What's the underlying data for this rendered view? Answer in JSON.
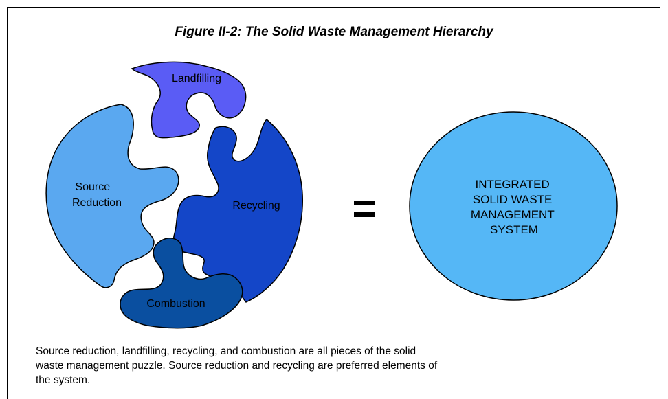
{
  "figure": {
    "title": "Figure II-2:  The Solid Waste Management Hierarchy",
    "pieces": {
      "landfilling": {
        "label": "Landfilling",
        "color": "#5A5CF5"
      },
      "source_reduction": {
        "label_lines": [
          "Source",
          "Reduction"
        ],
        "color": "#5AA8F0"
      },
      "recycling": {
        "label": "Recycling",
        "color": "#1446C8"
      },
      "combustion": {
        "label": "Combustion",
        "color": "#0A4FA0"
      }
    },
    "equals_sign": "=",
    "system": {
      "label_lines": [
        "INTEGRATED",
        "SOLID WASTE",
        "MANAGEMENT",
        "SYSTEM"
      ],
      "color": "#55B7F6"
    },
    "caption_lines": [
      "Source reduction, landfilling, recycling, and combustion are all pieces of the solid",
      "waste management puzzle.  Source reduction and recycling are preferred elements of",
      "the system."
    ]
  }
}
